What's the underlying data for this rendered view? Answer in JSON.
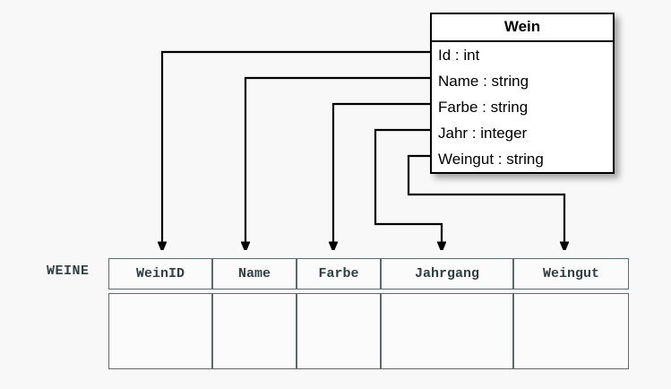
{
  "diagram": {
    "title_hidden": "",
    "background_color": "#f8f8f8",
    "line_color": "#000000"
  },
  "uml_class": {
    "name": "Wein",
    "attributes": [
      {
        "label": "Id : int",
        "name": "Id",
        "type": "int"
      },
      {
        "label": "Name : string",
        "name": "Name",
        "type": "string"
      },
      {
        "label": "Farbe : string",
        "name": "Farbe",
        "type": "string"
      },
      {
        "label": "Jahr : integer",
        "name": "Jahr",
        "type": "integer"
      },
      {
        "label": "Weingut : string",
        "name": "Weingut",
        "type": "string"
      }
    ]
  },
  "relational_table": {
    "label": "WEINE",
    "columns": [
      {
        "header": "WeinID"
      },
      {
        "header": "Name"
      },
      {
        "header": "Farbe"
      },
      {
        "header": "Jahrgang"
      },
      {
        "header": "Weingut"
      }
    ],
    "rows": [
      {
        "cells": [
          "",
          "",
          "",
          "",
          ""
        ]
      }
    ]
  },
  "mappings": [
    {
      "from": "Id",
      "to": "WeinID",
      "arrow": "arrow-id-to-weinid"
    },
    {
      "from": "Name",
      "to": "Name",
      "arrow": "arrow-name-to-name"
    },
    {
      "from": "Farbe",
      "to": "Farbe",
      "arrow": "arrow-farbe-to-farbe"
    },
    {
      "from": "Jahr",
      "to": "Jahrgang",
      "arrow": "arrow-jahr-to-jahrgang"
    },
    {
      "from": "Weingut",
      "to": "Weingut",
      "arrow": "arrow-weingut-to-weingut"
    }
  ]
}
